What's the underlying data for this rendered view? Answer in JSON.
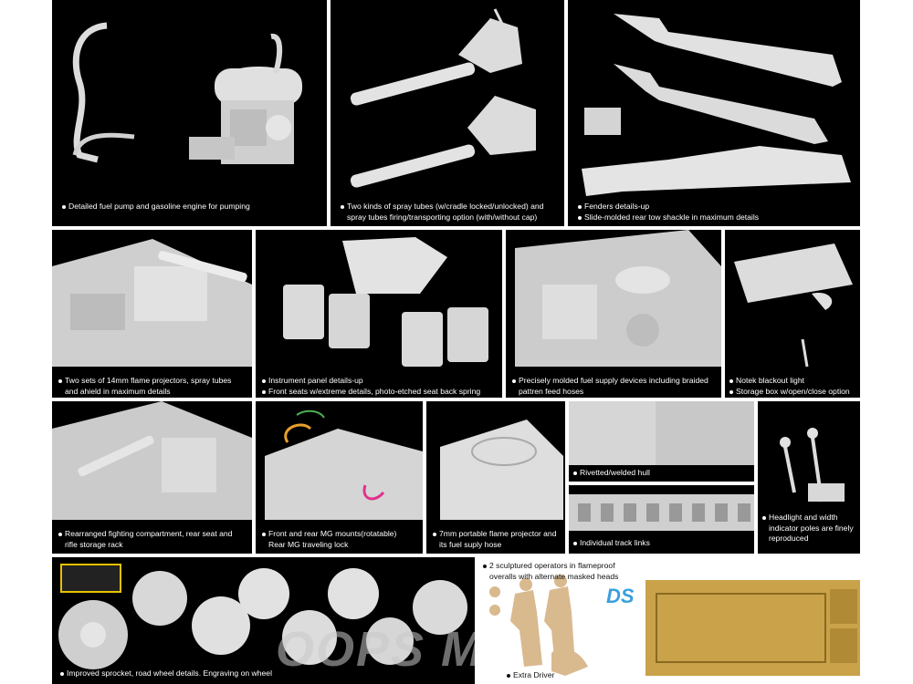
{
  "panels": {
    "engine": {
      "lines": [
        "Detailed fuel pump and gasoline engine for pumping"
      ]
    },
    "spray_tubes": {
      "lines": [
        "Two kinds of spray tubes (w/cradle locked/unlocked) and",
        "spray tubes firing/transporting option (with/without cap)"
      ]
    },
    "fenders": {
      "lines": [
        "Fenders details-up",
        "Slide-molded rear tow shackle in maximum details"
      ]
    },
    "projectors": {
      "lines": [
        "Two sets of 14mm flame projectors, spray tubes",
        "and ahield in maximum details"
      ]
    },
    "instrument": {
      "lines": [
        "Instrument panel details-up",
        "Front seats w/extreme details, photo-etched seat back spring"
      ]
    },
    "fuel_supply": {
      "lines": [
        "Precisely molded fuel supply devices including braided",
        "pattren feed hoses"
      ]
    },
    "notek": {
      "lines": [
        "Notek blackout light",
        "Storage box w/open/close option"
      ]
    },
    "fighting": {
      "lines": [
        "Rearranged fighting compartment, rear seat and",
        "rifle storage rack"
      ]
    },
    "mg_mounts": {
      "lines": [
        "Front and rear MG mounts(rotatable)",
        "Rear MG traveling lock"
      ]
    },
    "portable": {
      "lines": [
        "7mm portable flame projector and",
        "its fuel suply hose"
      ]
    },
    "hull": {
      "lines": [
        "Rivetted/welded hull"
      ]
    },
    "tracks": {
      "lines": [
        "Individual track links"
      ]
    },
    "headlight": {
      "lines": [
        "Headlight and width",
        "indicator poles are finely",
        "reproduced"
      ]
    },
    "wheels": {
      "lines": [
        "Improved sprocket, road wheel details. Engraving on wheel"
      ]
    },
    "operators": {
      "lines": [
        "2 sculptured operators in flameproof",
        "overalls with alternate masked heads"
      ],
      "extra": "Extra Driver",
      "logo": "DS"
    }
  },
  "watermark": "OOPS MO",
  "colors": {
    "panel_bg": "#000000",
    "part_fill": "#e2e2e2",
    "figure_fill": "#d9b98e",
    "pe_fill": "#c9a24a",
    "text": "#ffffff"
  }
}
